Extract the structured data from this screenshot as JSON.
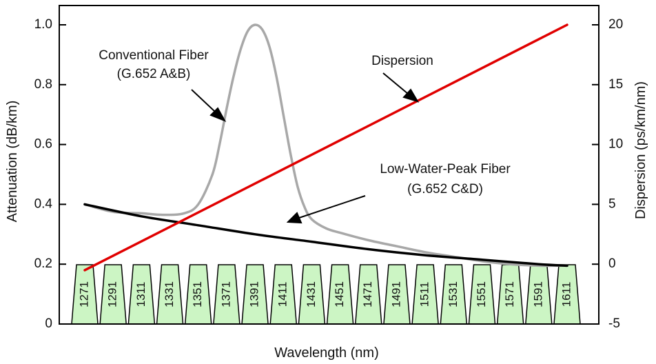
{
  "chart_data": {
    "type": "line",
    "xlabel": "Wavelength (nm)",
    "ylabel_left": "Attenuation (dB/km)",
    "ylabel_right": "Dispersion (ps/km/nm)",
    "x_range": [
      1271,
      1611
    ],
    "y_left_range": [
      0,
      1.0
    ],
    "y_left_ticks": [
      "0",
      "0.2",
      "0.4",
      "0.6",
      "0.8",
      "1.0"
    ],
    "y_right_range": [
      -5,
      20
    ],
    "y_right_ticks": [
      "-5",
      "0",
      "5",
      "10",
      "15",
      "20"
    ],
    "grid": false,
    "channels": [
      "1271",
      "1291",
      "1311",
      "1331",
      "1351",
      "1371",
      "1391",
      "1411",
      "1431",
      "1451",
      "1471",
      "1491",
      "1511",
      "1531",
      "1551",
      "1571",
      "1591",
      "1611"
    ],
    "channel_color": "#ccf5c4",
    "series": [
      {
        "axis": "left",
        "color": "#a8a8a8",
        "x": [
          1271,
          1291,
          1311,
          1326,
          1341,
          1351,
          1361,
          1366,
          1371,
          1376,
          1381,
          1386,
          1391,
          1396,
          1401,
          1406,
          1411,
          1416,
          1421,
          1426,
          1431,
          1441,
          1451,
          1471,
          1491,
          1511,
          1531,
          1551,
          1571,
          1591,
          1601,
          1611
        ],
        "y": [
          0.4,
          0.375,
          0.37,
          0.365,
          0.37,
          0.4,
          0.5,
          0.6,
          0.72,
          0.83,
          0.92,
          0.98,
          1.0,
          0.985,
          0.93,
          0.83,
          0.7,
          0.57,
          0.46,
          0.39,
          0.35,
          0.32,
          0.305,
          0.28,
          0.26,
          0.24,
          0.225,
          0.21,
          0.2,
          0.195,
          0.195,
          0.195
        ]
      },
      {
        "axis": "left",
        "color": "#000000",
        "x": [
          1271,
          1311,
          1351,
          1391,
          1431,
          1471,
          1511,
          1551,
          1591,
          1611
        ],
        "y": [
          0.4,
          0.36,
          0.33,
          0.3,
          0.275,
          0.25,
          0.23,
          0.215,
          0.2,
          0.195
        ]
      },
      {
        "axis": "right",
        "color": "#e00000",
        "x": [
          1271,
          1611
        ],
        "y": [
          -0.5,
          20
        ]
      }
    ],
    "annotations": {
      "conventional_line1": "Conventional Fiber",
      "conventional_line2": "(G.652 A&B)",
      "dispersion": "Dispersion",
      "lowwater_line1": "Low-Water-Peak Fiber",
      "lowwater_line2": "(G.652 C&D)"
    }
  }
}
